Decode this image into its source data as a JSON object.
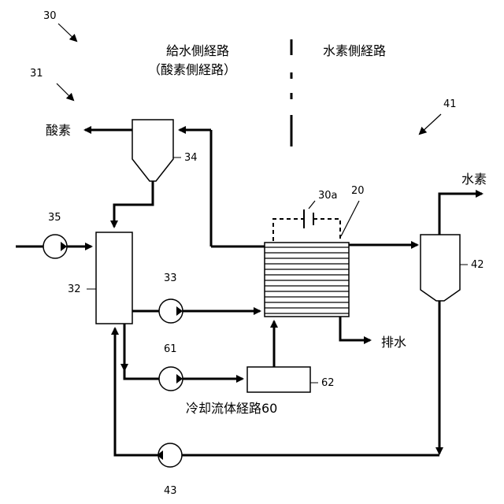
{
  "labels": {
    "system": "30",
    "oxygen_path": "31",
    "hydrogen_path": "41",
    "feed_path_title": "給水側経路",
    "feed_path_subtitle": "（酸素側経路）",
    "hydrogen_path_title": "水素側経路",
    "oxygen_out": "酸素",
    "hydrogen_out": "水素",
    "drain_out": "排水",
    "coolant_path": "冷却流体経路60",
    "separator_oxygen": "34",
    "separator_hydrogen": "42",
    "tank": "32",
    "feed_pump": "35",
    "circ_pump": "33",
    "cool_pump": "61",
    "return_pump": "43",
    "cooler": "62",
    "power_supply": "30a",
    "electrolyzer": "20"
  }
}
